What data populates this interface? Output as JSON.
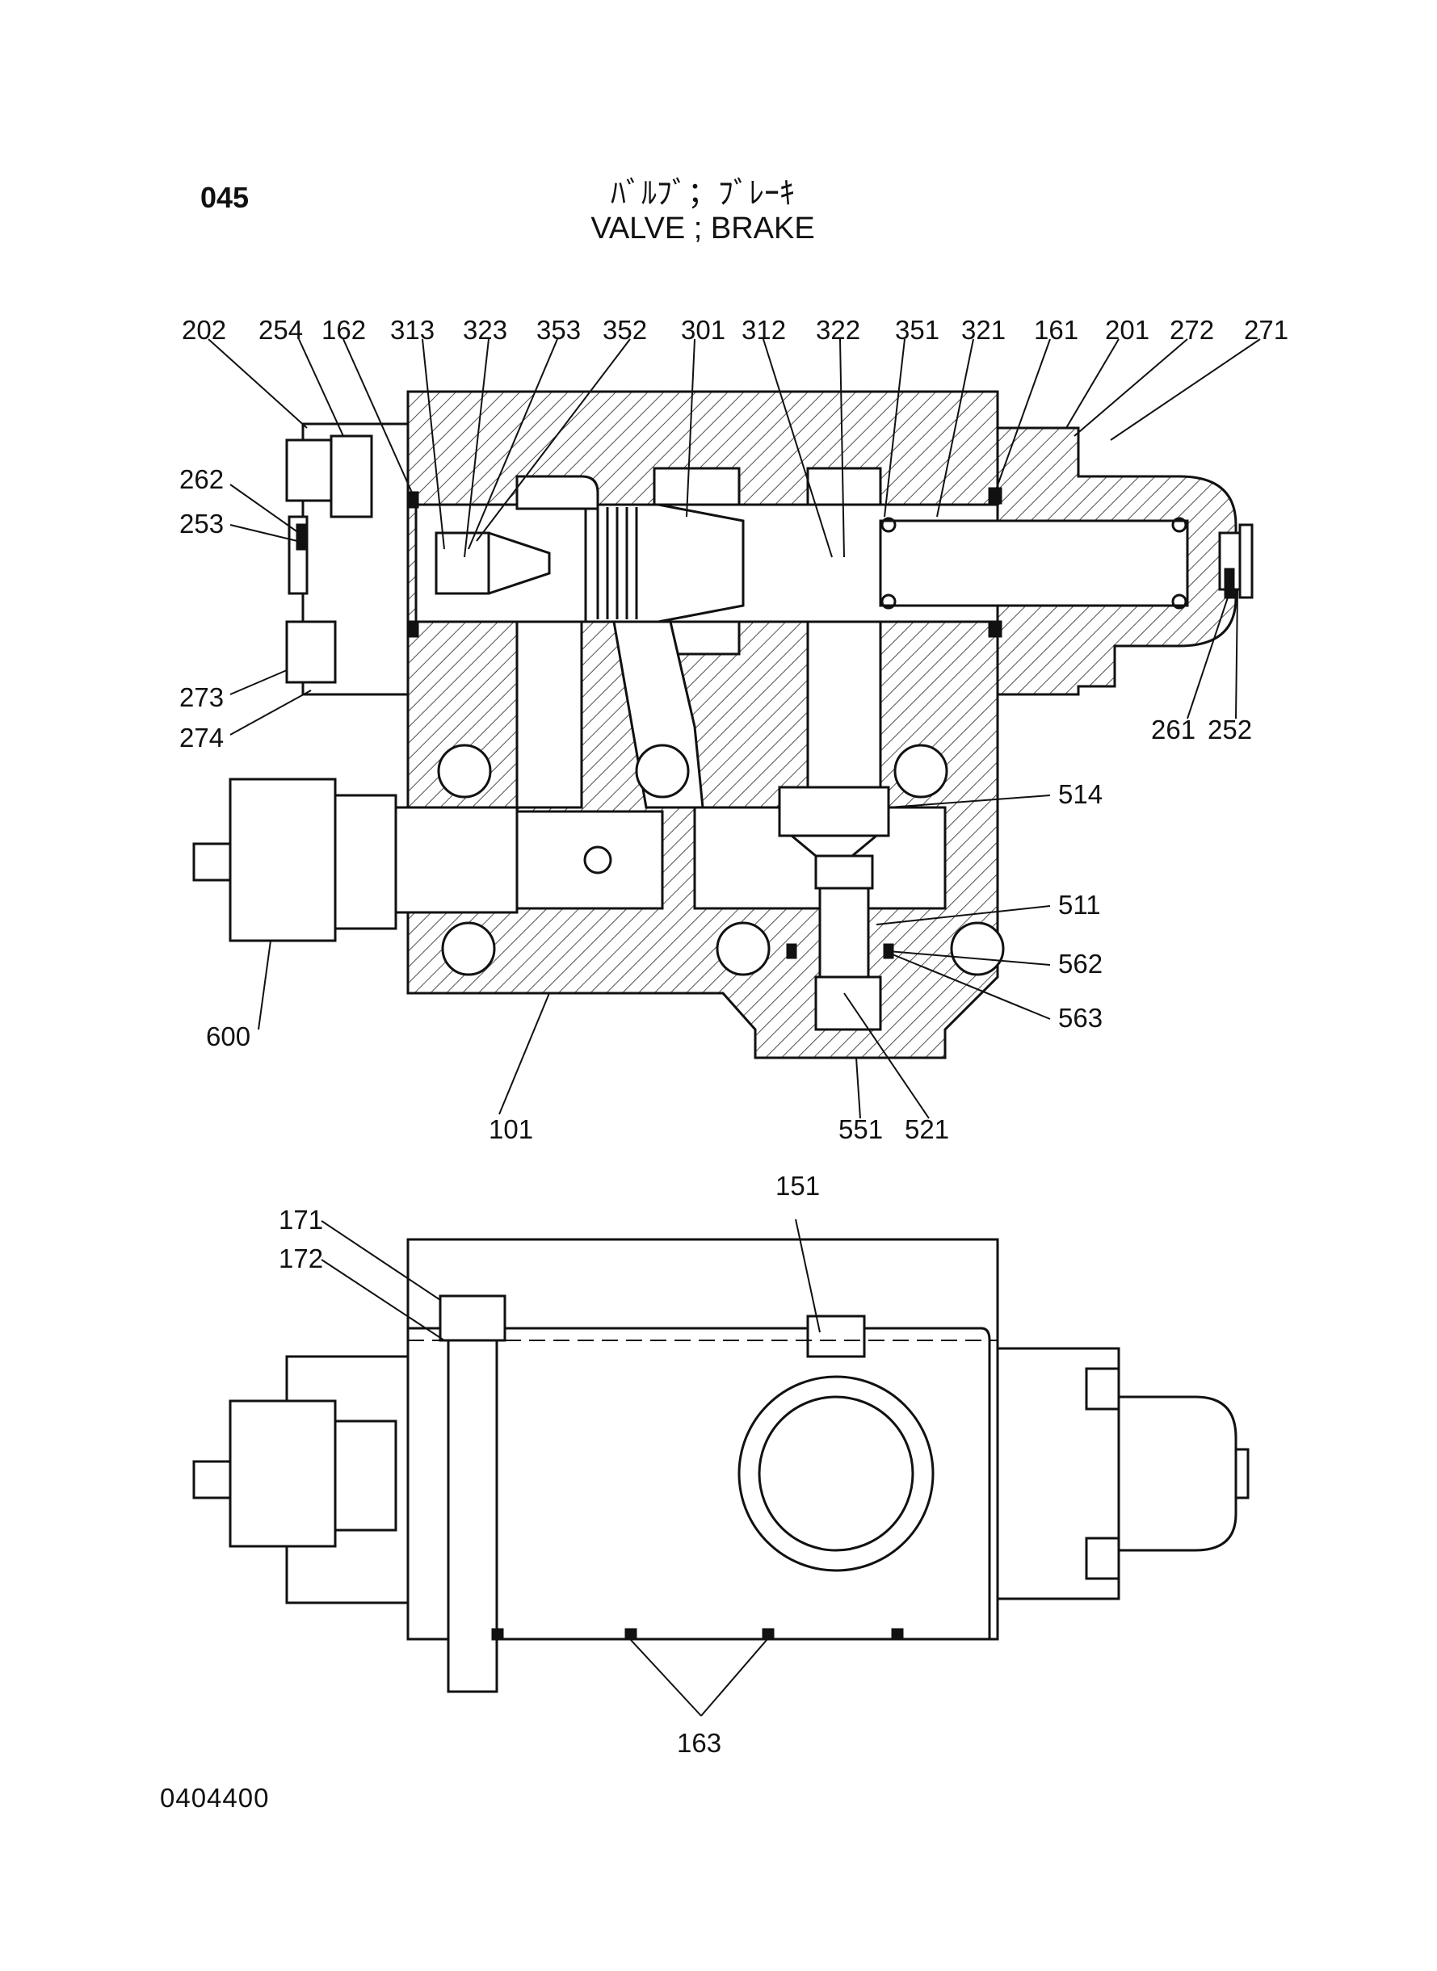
{
  "header": {
    "page_code": "045",
    "title_jp": "ﾊﾞﾙﾌﾞ；ﾌﾞﾚｰｷ",
    "title_en": "VALVE ; BRAKE"
  },
  "footer": {
    "drawing_number": "0404400"
  },
  "part_labels": {
    "p202": "202",
    "p254": "254",
    "p162": "162",
    "p313": "313",
    "p323": "323",
    "p353": "353",
    "p352": "352",
    "p301": "301",
    "p312": "312",
    "p322": "322",
    "p351": "351",
    "p321": "321",
    "p161": "161",
    "p201": "201",
    "p272": "272",
    "p271": "271",
    "p262": "262",
    "p253": "253",
    "p273": "273",
    "p274": "274",
    "p261": "261",
    "p252": "252",
    "p514": "514",
    "p511": "511",
    "p562": "562",
    "p563": "563",
    "p600": "600",
    "p101": "101",
    "p551": "551",
    "p521": "521",
    "p171": "171",
    "p172": "172",
    "p151": "151",
    "p163": "163"
  }
}
